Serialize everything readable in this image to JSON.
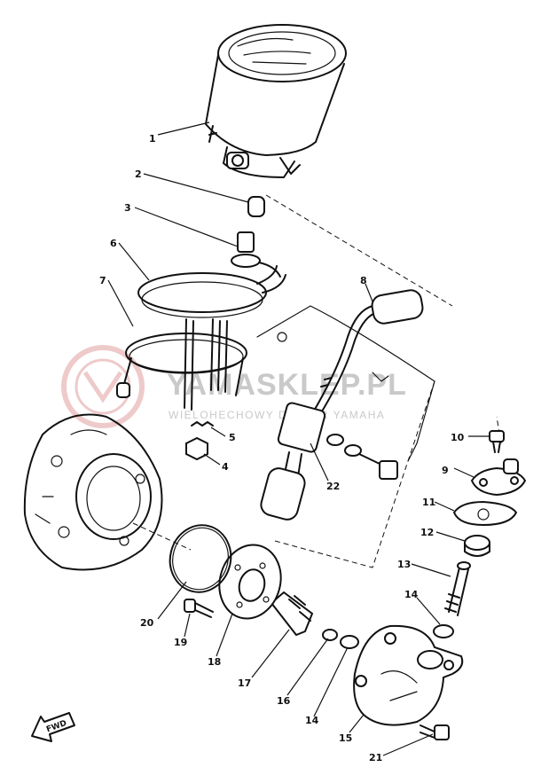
{
  "watermark": {
    "brand": "YAMASKLEP.PL",
    "tagline": "WIELOHECHOWY DEALER YAMAHA",
    "logo_color": "#e8b4b4"
  },
  "direction_marker": "FWD",
  "callouts": [
    "1",
    "2",
    "3",
    "6",
    "7",
    "8",
    "5",
    "4",
    "22",
    "10",
    "9",
    "11",
    "12",
    "13",
    "14",
    "20",
    "19",
    "18",
    "17",
    "16",
    "14",
    "15",
    "21"
  ]
}
